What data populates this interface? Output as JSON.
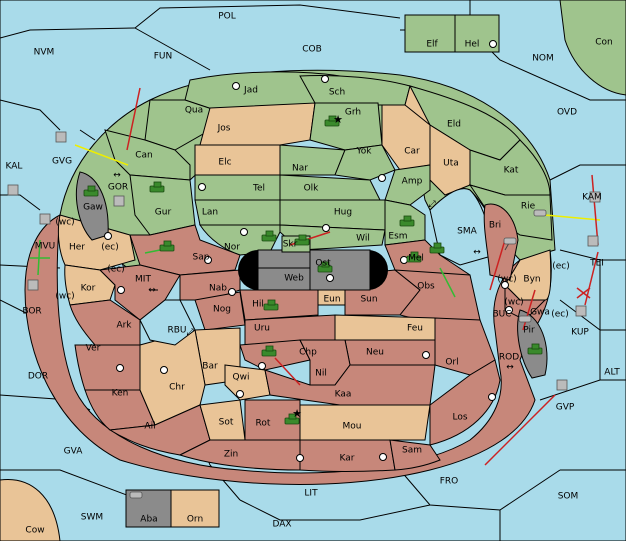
{
  "colors": {
    "sea": "#aadbea",
    "green_power": "#9fc48d",
    "tan_neutral": "#e9c497",
    "red_power": "#c7877a",
    "gray_neutral": "#8b8b8b",
    "order_move": "#cc2222",
    "order_support_green": "#33bb33",
    "order_support_yellow": "#eeee00"
  },
  "labels": {
    "pol": "POL",
    "cob": "COB",
    "fun": "FUN",
    "nvm": "NVM",
    "nom": "NOM",
    "ovd": "OVD",
    "kal": "KAL",
    "kam": "KAM",
    "bor": "BOR",
    "dor": "DOR",
    "alt": "ALT",
    "gva": "GVA",
    "swm": "SWM",
    "lit": "LIT",
    "dax": "DAX",
    "fro": "FRO",
    "som": "SOM",
    "elf": "Elf",
    "hel": "Hel",
    "con": "Con",
    "cow": "Cow",
    "aba": "Aba",
    "orn": "Orn",
    "jad": "Jad",
    "sch": "Sch",
    "qua": "Qua",
    "grh": "Grh",
    "jos": "Jos",
    "eld": "Eld",
    "can": "Can",
    "elc": "Elc",
    "nar": "Nar",
    "yok": "Yok",
    "car": "Car",
    "uta": "Uta",
    "kat": "Kat",
    "tel": "Tel",
    "olk": "Olk",
    "amp": "Amp",
    "gur": "Gur",
    "lan": "Lan",
    "hug": "Hug",
    "rie": "Rie",
    "gor": "GOR",
    "gvg": "GVG",
    "gaw": "Gaw",
    "esm": "Esm",
    "bri": "Bri",
    "nor": "Nor",
    "skr": "Skr",
    "wil": "Wil",
    "sma": "SMA",
    "ost": "Ost",
    "web": "Web",
    "her": "Her",
    "sap": "Sap",
    "mel": "Mel",
    "mvu": "MVU",
    "tei": "TEI",
    "mit": "MIT",
    "kor": "Kor",
    "nab": "Nab",
    "eun": "Eun",
    "sun": "Sun",
    "obs": "Obs",
    "byn": "Byn",
    "hil": "Hil",
    "nog": "Nog",
    "rbu": "RBU",
    "uru": "Uru",
    "feu": "Feu",
    "buc": "BUC",
    "gwa": "Gwa",
    "kup": "KUP",
    "ark": "Ark",
    "pir": "Pir",
    "ver": "Ver",
    "chp": "Chp",
    "neu": "Neu",
    "bar": "Bar",
    "qwi": "Qwi",
    "nil": "Nil",
    "orl": "Orl",
    "rod": "ROD",
    "ken": "Ken",
    "chr": "Chr",
    "kaa": "Kaa",
    "gvp": "GVP",
    "ail": "Ail",
    "sot": "Sot",
    "rot": "Rot",
    "mou": "Mou",
    "los": "Los",
    "zin": "Zin",
    "kar": "Kar",
    "sam": "Sam",
    "wc": "(wc)",
    "ec": "(ec)"
  }
}
